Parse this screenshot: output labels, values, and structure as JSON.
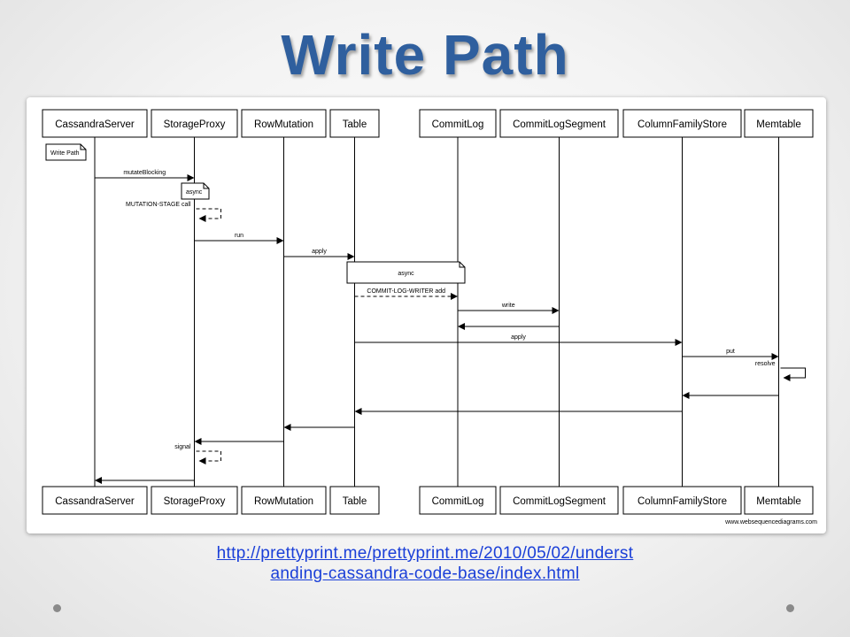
{
  "slide": {
    "title": "Write Path",
    "link_line1": "http://prettyprint.me/prettyprint.me/2010/05/02/underst",
    "link_line2": "anding-cassandra-code-base/index.html"
  },
  "diagram": {
    "participants": [
      "CassandraServer",
      "StorageProxy",
      "RowMutation",
      "Table",
      "CommitLog",
      "CommitLogSegment",
      "ColumnFamilyStore",
      "Memtable"
    ],
    "note_title": "Write Path",
    "note_async_1": "async",
    "note_async_2": "async",
    "messages": [
      {
        "label": "mutateBlocking",
        "from": "CassandraServer",
        "to": "StorageProxy",
        "style": "solid"
      },
      {
        "label": "MUTATION-STAGE call",
        "from": "StorageProxy",
        "to": "StorageProxy",
        "style": "dashed"
      },
      {
        "label": "run",
        "from": "StorageProxy",
        "to": "RowMutation",
        "style": "solid"
      },
      {
        "label": "apply",
        "from": "RowMutation",
        "to": "Table",
        "style": "solid"
      },
      {
        "label": "COMMIT-LOG-WRITER add",
        "from": "Table",
        "to": "CommitLog",
        "style": "dashed"
      },
      {
        "label": "write",
        "from": "CommitLog",
        "to": "CommitLogSegment",
        "style": "solid"
      },
      {
        "label": "",
        "from": "CommitLogSegment",
        "to": "CommitLog",
        "style": "solid"
      },
      {
        "label": "apply",
        "from": "Table",
        "to": "ColumnFamilyStore",
        "style": "solid"
      },
      {
        "label": "put",
        "from": "ColumnFamilyStore",
        "to": "Memtable",
        "style": "solid"
      },
      {
        "label": "resolve",
        "from": "Memtable",
        "to": "Memtable",
        "style": "solid"
      },
      {
        "label": "",
        "from": "Memtable",
        "to": "ColumnFamilyStore",
        "style": "solid"
      },
      {
        "label": "",
        "from": "ColumnFamilyStore",
        "to": "Table",
        "style": "solid"
      },
      {
        "label": "",
        "from": "Table",
        "to": "RowMutation",
        "style": "solid"
      },
      {
        "label": "",
        "from": "RowMutation",
        "to": "StorageProxy",
        "style": "solid"
      },
      {
        "label": "signal",
        "from": "StorageProxy",
        "to": "StorageProxy",
        "style": "dashed"
      },
      {
        "label": "",
        "from": "StorageProxy",
        "to": "CassandraServer",
        "style": "solid"
      }
    ],
    "watermark": "www.websequencediagrams.com"
  }
}
